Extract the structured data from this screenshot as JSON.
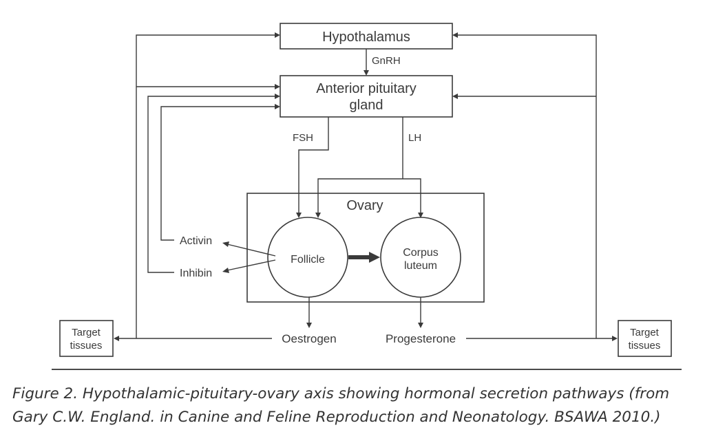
{
  "diagram": {
    "nodes": {
      "hypothalamus": "Hypothalamus",
      "anterior_pituitary_line1": "Anterior pituitary",
      "anterior_pituitary_line2": "gland",
      "ovary": "Ovary",
      "follicle": "Follicle",
      "corpus_luteum_line1": "Corpus",
      "corpus_luteum_line2": "luteum",
      "target_tissues_left_line1": "Target",
      "target_tissues_left_line2": "tissues",
      "target_tissues_right_line1": "Target",
      "target_tissues_right_line2": "tissues"
    },
    "hormones": {
      "gnrh": "GnRH",
      "fsh": "FSH",
      "lh": "LH",
      "activin": "Activin",
      "inhibin": "Inhibin",
      "oestrogen": "Oestrogen",
      "progesterone": "Progesterone"
    }
  },
  "caption": "Figure 2. Hypothalamic-pituitary-ovary axis showing hormonal secretion pathways (from Gary C.W. England. in Canine and Feline Reproduction and Neonatology. BSAWA 2010.)"
}
